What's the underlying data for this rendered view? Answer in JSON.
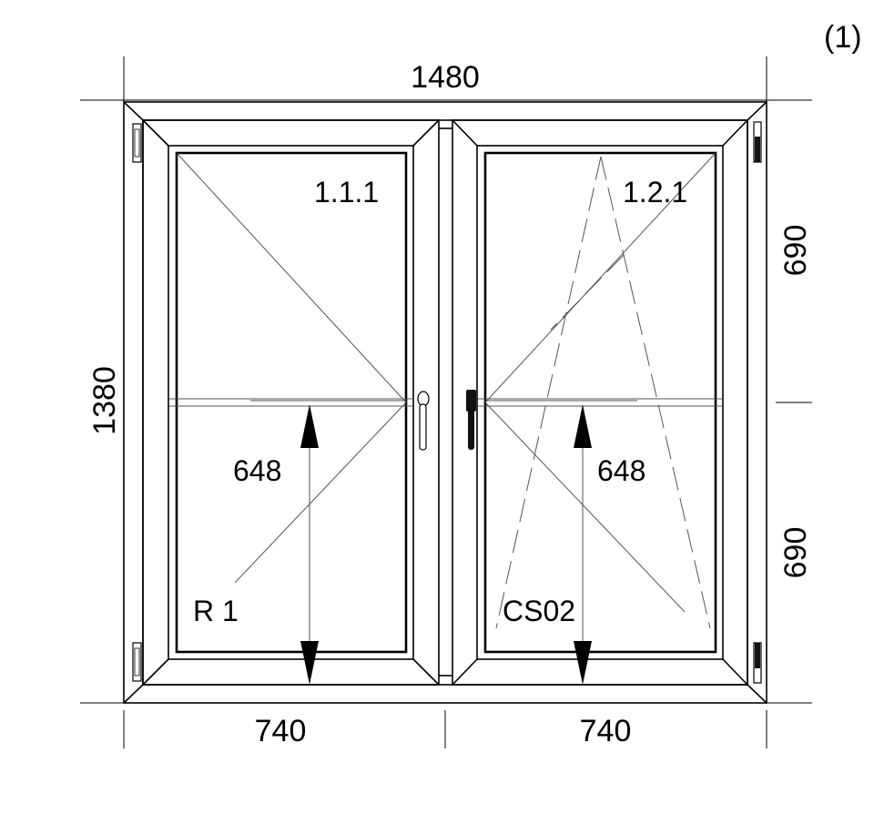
{
  "figure_number": "(1)",
  "dimensions": {
    "total_width": "1480",
    "total_height": "1380",
    "left_width": "740",
    "right_width": "740",
    "upper_height": "690",
    "lower_height": "690"
  },
  "sashes": {
    "left": {
      "id": "1.1.1",
      "type_code": "R 1",
      "handle_height": "648"
    },
    "right": {
      "id": "1.2.1",
      "type_code": "CS02",
      "handle_height": "648"
    }
  }
}
